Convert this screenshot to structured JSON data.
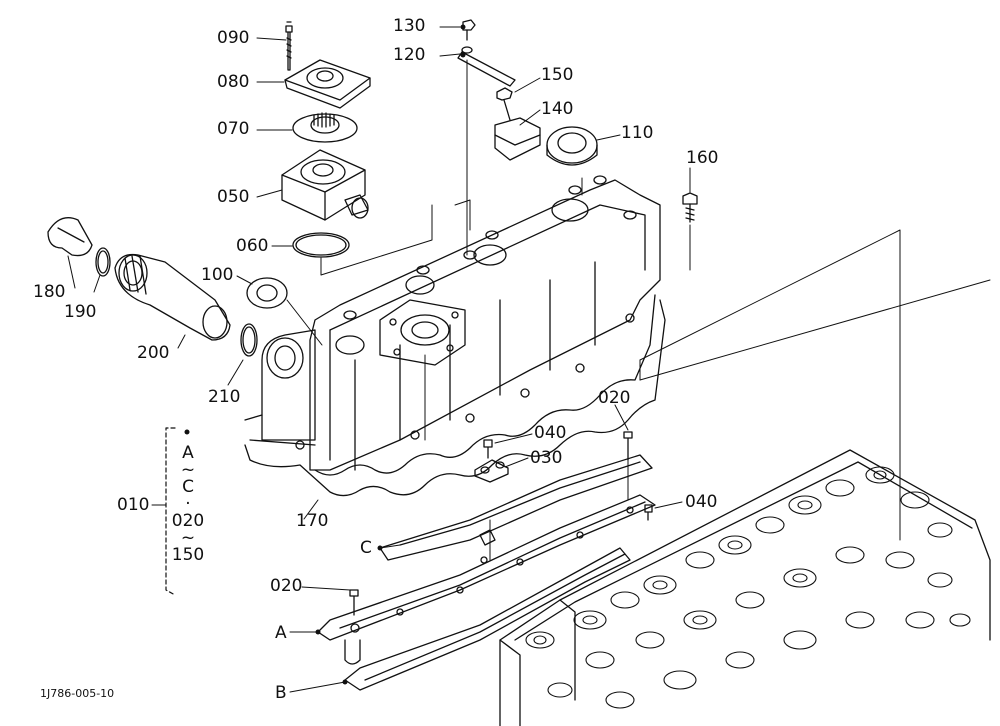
{
  "diagram": {
    "figure_code": "1J786-005-10",
    "part_labels": {
      "p090": "090",
      "p080": "080",
      "p070": "070",
      "p050": "050",
      "p060": "060",
      "p130": "130",
      "p120": "120",
      "p150": "150",
      "p140": "140",
      "p110": "110",
      "p160": "160",
      "p100": "100",
      "p180": "180",
      "p190": "190",
      "p200": "200",
      "p210": "210",
      "p020_top": "020",
      "p040_top": "040",
      "p030": "030",
      "p040_right": "040",
      "p010": "010",
      "p170": "170",
      "p020_bottom": "020"
    },
    "ref_letters": {
      "A": "A",
      "B": "B",
      "C": "C"
    },
    "range_bracket": {
      "from": "A",
      "tilde1": "~",
      "mid": "C",
      "dot": "·",
      "from2": "020",
      "tilde2": "~",
      "to": "150"
    }
  }
}
